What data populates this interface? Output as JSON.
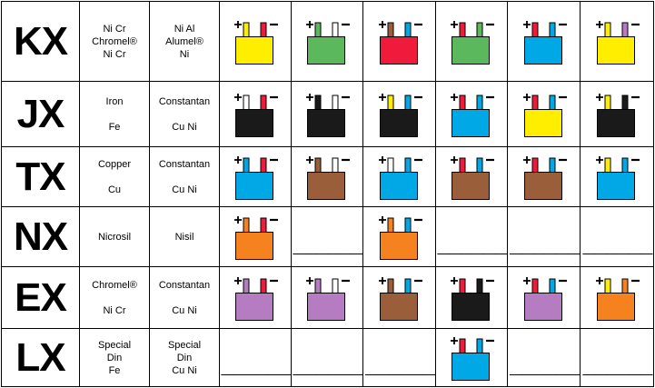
{
  "colors": {
    "yellow": "#ffee00",
    "green": "#5cb85c",
    "red": "#ee1c3a",
    "blue": "#00a8e6",
    "black": "#1a1a1a",
    "white": "#ffffff",
    "brown": "#9a5e3a",
    "orange": "#f5821f",
    "purple": "#b57cc2"
  },
  "dash_text": "______",
  "rows": [
    {
      "code": "KX",
      "positive": [
        "Ni Cr",
        "Chromel®",
        "Ni Cr"
      ],
      "negative": [
        "Ni Al",
        "Alumel®",
        "Ni"
      ],
      "connectors": [
        {
          "body": "yellow",
          "pos": "yellow",
          "neg": "red"
        },
        {
          "body": "green",
          "pos": "green",
          "neg": "white"
        },
        {
          "body": "red",
          "pos": "brown",
          "neg": "blue"
        },
        {
          "body": "green",
          "pos": "red",
          "neg": "green"
        },
        {
          "body": "blue",
          "pos": "red",
          "neg": "blue"
        },
        {
          "body": "yellow",
          "pos": "yellow",
          "neg": "purple"
        }
      ]
    },
    {
      "code": "JX",
      "positive": [
        "Iron",
        "",
        "Fe"
      ],
      "negative": [
        "Constantan",
        "",
        "Cu Ni"
      ],
      "connectors": [
        {
          "body": "black",
          "pos": "white",
          "neg": "red"
        },
        {
          "body": "black",
          "pos": "black",
          "neg": "white"
        },
        {
          "body": "black",
          "pos": "yellow",
          "neg": "blue"
        },
        {
          "body": "blue",
          "pos": "red",
          "neg": "blue"
        },
        {
          "body": "yellow",
          "pos": "red",
          "neg": "blue"
        },
        {
          "body": "black",
          "pos": "yellow",
          "neg": "black"
        }
      ]
    },
    {
      "code": "TX",
      "positive": [
        "Copper",
        "",
        "Cu"
      ],
      "negative": [
        "Constantan",
        "",
        "Cu Ni"
      ],
      "connectors": [
        {
          "body": "blue",
          "pos": "blue",
          "neg": "red"
        },
        {
          "body": "brown",
          "pos": "brown",
          "neg": "white"
        },
        {
          "body": "blue",
          "pos": "white",
          "neg": "blue"
        },
        {
          "body": "brown",
          "pos": "red",
          "neg": "blue"
        },
        {
          "body": "brown",
          "pos": "red",
          "neg": "blue"
        },
        {
          "body": "blue",
          "pos": "yellow",
          "neg": "blue"
        }
      ]
    },
    {
      "code": "NX",
      "positive": [
        "Nicrosil"
      ],
      "negative": [
        "Nisil"
      ],
      "connectors": [
        {
          "body": "orange",
          "pos": "orange",
          "neg": "red"
        },
        null,
        {
          "body": "orange",
          "pos": "orange",
          "neg": "blue"
        },
        null,
        null,
        null
      ]
    },
    {
      "code": "EX",
      "positive": [
        "Chromel®",
        "",
        "Ni Cr"
      ],
      "negative": [
        "Constantan",
        "",
        "Cu Ni"
      ],
      "connectors": [
        {
          "body": "purple",
          "pos": "purple",
          "neg": "red"
        },
        {
          "body": "purple",
          "pos": "purple",
          "neg": "white"
        },
        {
          "body": "brown",
          "pos": "brown",
          "neg": "blue"
        },
        {
          "body": "black",
          "pos": "red",
          "neg": "black"
        },
        {
          "body": "purple",
          "pos": "red",
          "neg": "blue"
        },
        {
          "body": "orange",
          "pos": "yellow",
          "neg": "orange"
        }
      ]
    },
    {
      "code": "LX",
      "positive": [
        "Special",
        "Din",
        "Fe"
      ],
      "negative": [
        "Special",
        "Din",
        "Cu Ni"
      ],
      "connectors": [
        null,
        null,
        null,
        {
          "body": "blue",
          "pos": "red",
          "neg": "blue"
        },
        null,
        null
      ]
    }
  ]
}
